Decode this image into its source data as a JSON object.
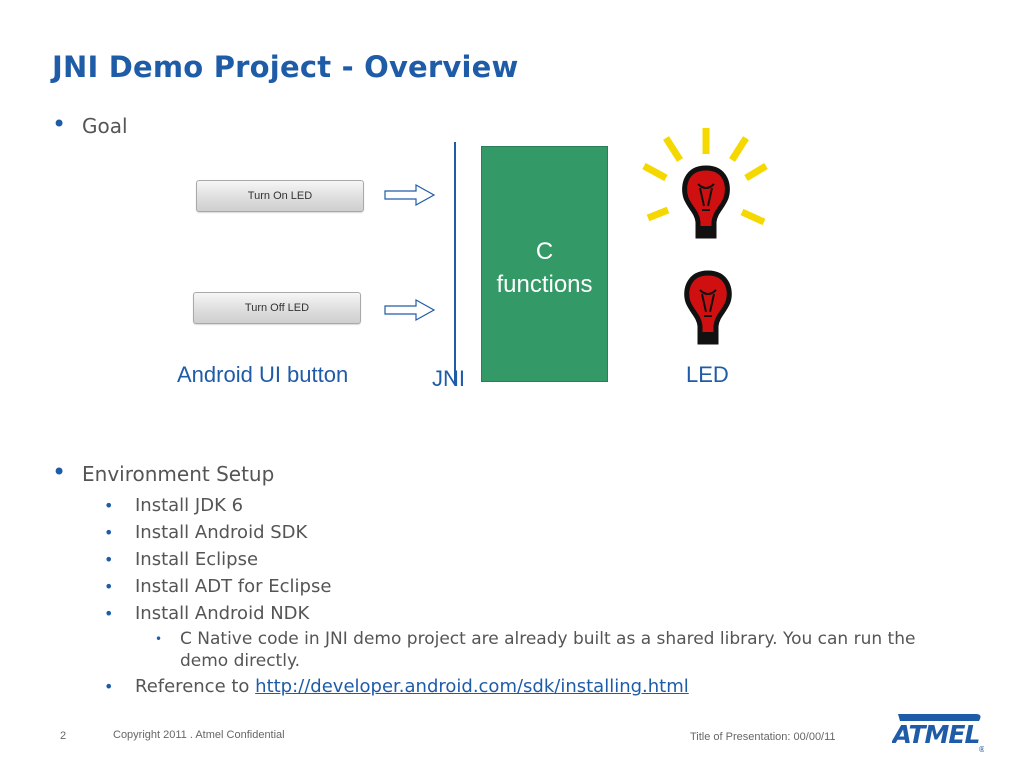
{
  "slide": {
    "title": "JNI Demo Project - Overview",
    "bullets": [
      {
        "text": "Goal"
      },
      {
        "text": "Environment Setup"
      }
    ],
    "setup_items": [
      "Install JDK 6",
      "Install Android SDK",
      "Install Eclipse",
      "Install ADT for Eclipse",
      "Install Android NDK"
    ],
    "ndk_note": "C Native code in JNI demo project are already built as a shared library. You can run the demo directly.",
    "reference_prefix": "Reference to ",
    "reference_link": "http://developer.android.com/sdk/installing.html"
  },
  "diagram": {
    "button_on": "Turn On LED",
    "button_off": "Turn Off LED",
    "c_box_label": "C\nfunctions",
    "label_ui": "Android UI button",
    "label_jni": "JNI",
    "label_led": "LED",
    "colors": {
      "c_box": "#339966",
      "accent": "#1f5ca8",
      "ray": "#f5d800",
      "bulb": "#d01010"
    },
    "icons": [
      "arrow-right-icon",
      "lightbulb-lit-icon",
      "lightbulb-icon"
    ]
  },
  "footer": {
    "page_number": "2",
    "copyright": "Copyright 2011 . Atmel Confidential",
    "presentation_title": "Title of Presentation: 00/00/11",
    "logo_text": "ATMEL",
    "logo_mark": "®"
  }
}
